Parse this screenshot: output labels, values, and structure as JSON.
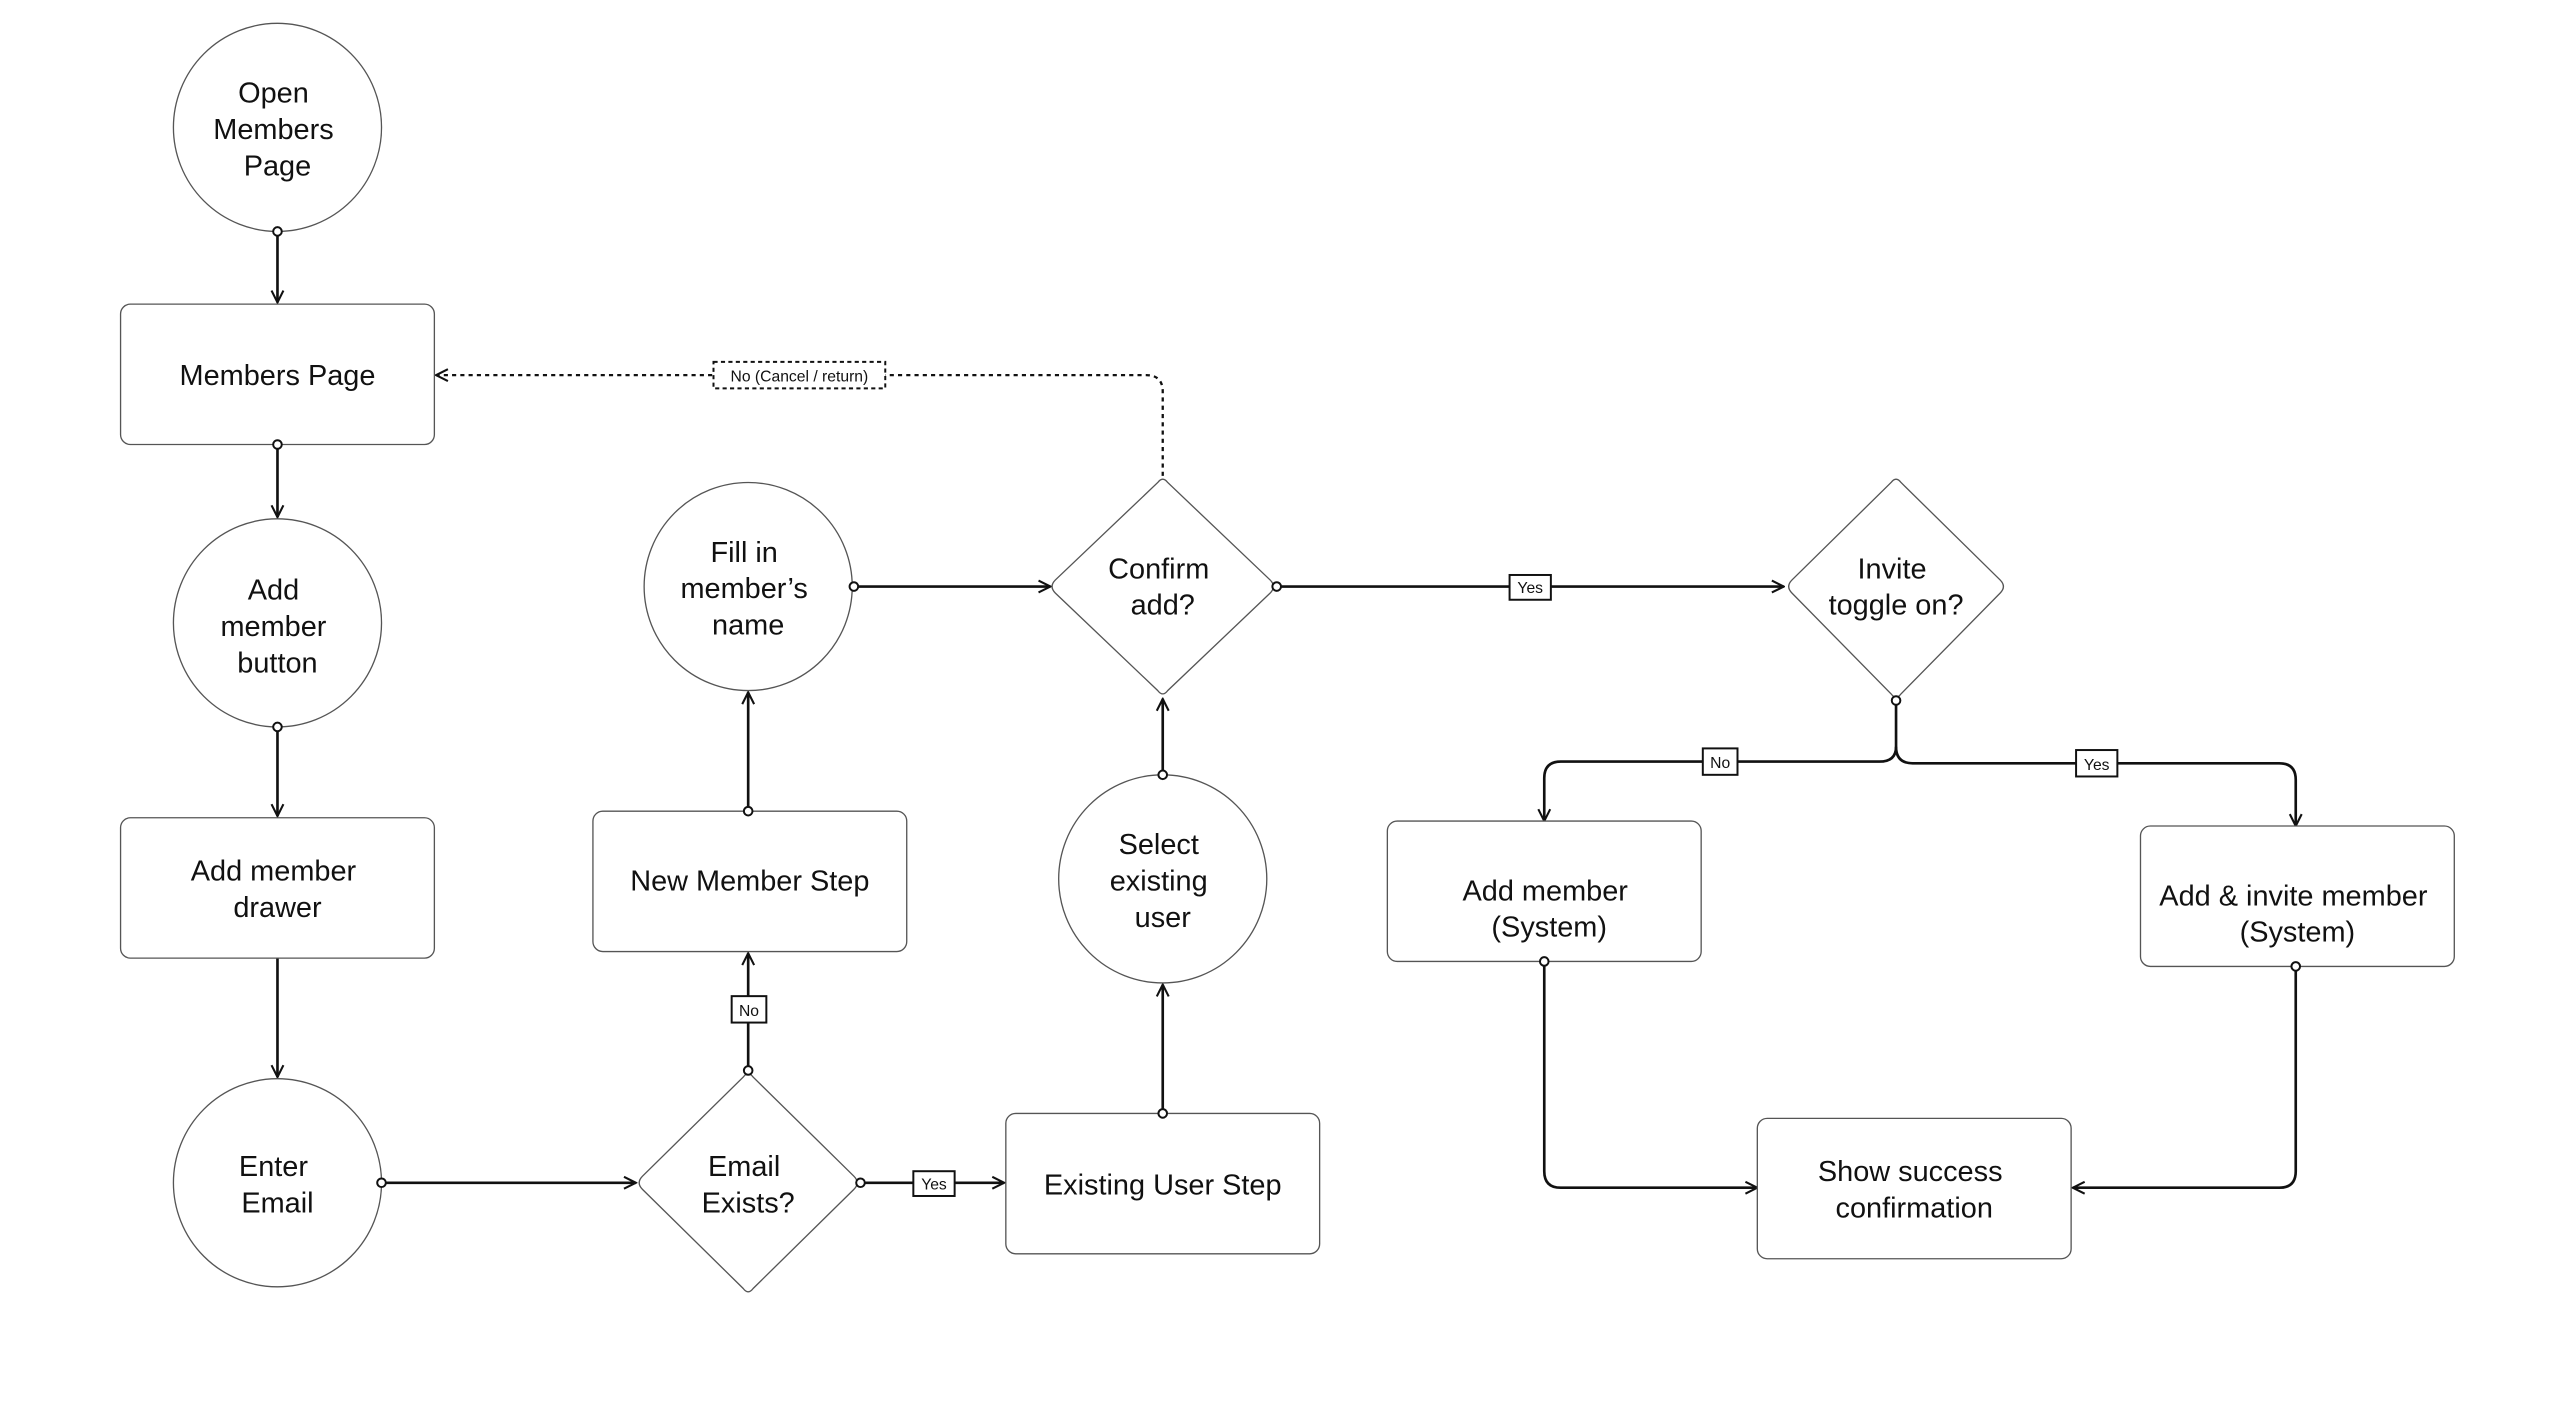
{
  "nodes": {
    "open_members_page": {
      "lines": [
        "Open",
        "Members",
        "Page"
      ]
    },
    "members_page": {
      "lines": [
        "Members Page"
      ]
    },
    "add_member_button": {
      "lines": [
        "Add",
        "member",
        "button"
      ]
    },
    "add_member_drawer": {
      "lines": [
        "Add member",
        "drawer"
      ]
    },
    "enter_email": {
      "lines": [
        "Enter",
        "Email"
      ]
    },
    "email_exists": {
      "lines": [
        "Email",
        "Exists?"
      ]
    },
    "existing_user_step": {
      "lines": [
        "Existing User Step"
      ]
    },
    "new_member_step": {
      "lines": [
        "New Member Step"
      ]
    },
    "fill_name": {
      "lines": [
        "Fill in",
        "member’s",
        "name"
      ]
    },
    "select_existing_user": {
      "lines": [
        "Select",
        "existing",
        "user"
      ]
    },
    "confirm_add": {
      "lines": [
        "Confirm",
        "add?"
      ]
    },
    "invite_toggle": {
      "lines": [
        "Invite",
        "toggle on?"
      ]
    },
    "add_member_system": {
      "lines": [
        "Add member",
        "(System)"
      ]
    },
    "add_invite_member_system": {
      "lines": [
        "Add & invite member",
        "(System)"
      ]
    },
    "show_success": {
      "lines": [
        "Show success",
        "confirmation"
      ]
    }
  },
  "edge_labels": {
    "email_exists_yes": "Yes",
    "email_exists_no": "No",
    "confirm_yes": "Yes",
    "confirm_no": "No (Cancel / return)",
    "invite_no": "No",
    "invite_yes": "Yes"
  }
}
